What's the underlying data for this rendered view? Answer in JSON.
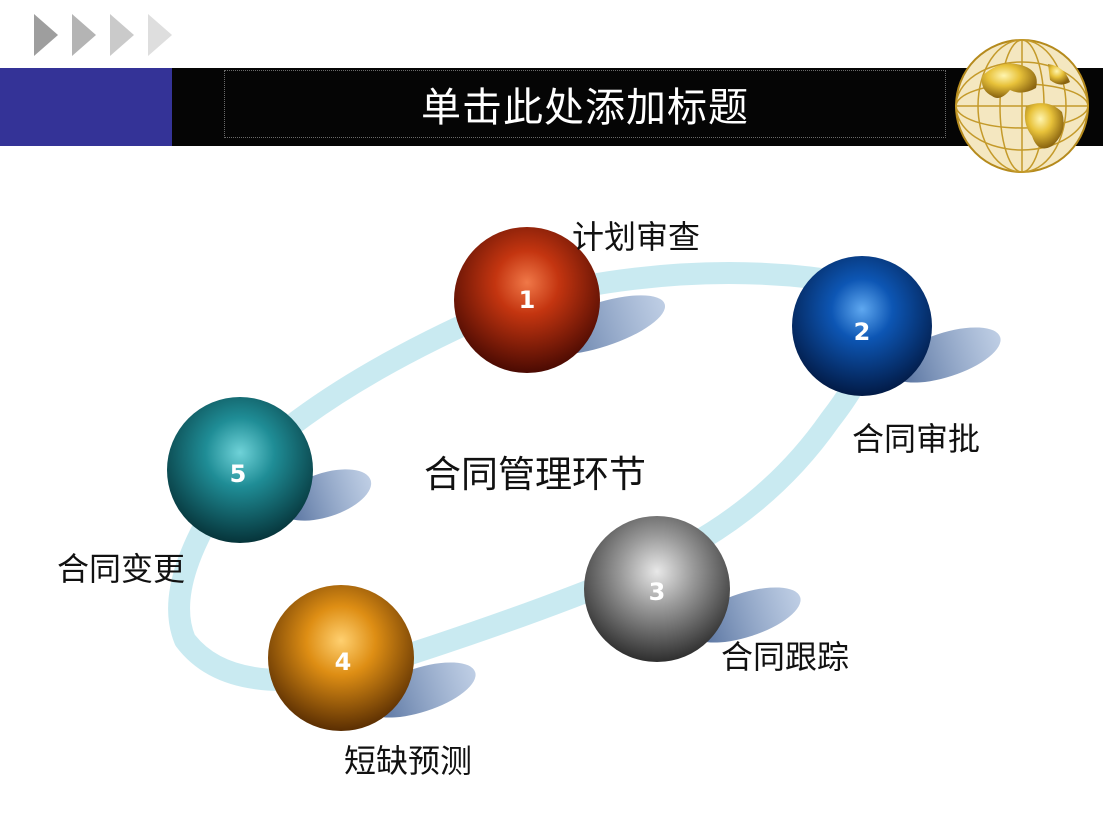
{
  "slide": {
    "title": "单击此处添加标题",
    "center_label": "合同管理环节"
  },
  "steps": [
    {
      "number": "1",
      "label": "计划审查",
      "color": "#b52a08"
    },
    {
      "number": "2",
      "label": "合同审批",
      "color": "#0a4fa8"
    },
    {
      "number": "3",
      "label": "合同跟踪",
      "color": "#8a8a8a"
    },
    {
      "number": "4",
      "label": "短缺预测",
      "color": "#d98a10"
    },
    {
      "number": "5",
      "label": "合同变更",
      "color": "#1d8a92"
    }
  ],
  "colors": {
    "header_bar": "#050505",
    "header_accent": "#343397",
    "ring": "#bfe6ee"
  },
  "icons": {
    "chevrons": "chevron-right-icon",
    "globe": "globe-icon"
  }
}
